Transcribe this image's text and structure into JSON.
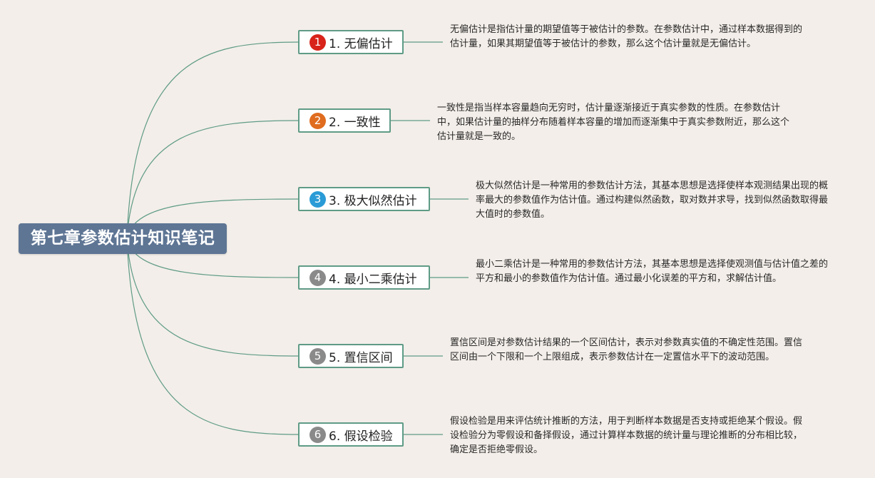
{
  "root": {
    "title": "第七章参数估计知识笔记"
  },
  "colors": {
    "root_bg": "#5e7594",
    "line": "#5f9b87"
  },
  "branches": [
    {
      "number": "1",
      "label": "1. 无偏估计",
      "badge_color": "#d8231b",
      "description": "无偏估计是指估计量的期望值等于被估计的参数。在参数估计中，通过样本数据得到的估计量，如果其期望值等于被估计的参数，那么这个估计量就是无偏估计。"
    },
    {
      "number": "2",
      "label": "2. 一致性",
      "badge_color": "#e06c1f",
      "description": "一致性是指当样本容量趋向无穷时，估计量逐渐接近于真实参数的性质。在参数估计中，如果估计量的抽样分布随着样本容量的增加而逐渐集中于真实参数附近，那么这个估计量就是一致的。"
    },
    {
      "number": "3",
      "label": "3. 极大似然估计",
      "badge_color": "#2a9bd6",
      "description": "极大似然估计是一种常用的参数估计方法，其基本思想是选择使样本观测结果出现的概率最大的参数值作为估计值。通过构建似然函数，取对数并求导，找到似然函数取得最大值时的参数值。"
    },
    {
      "number": "4",
      "label": "4. 最小二乘估计",
      "badge_color": "#8a8a8a",
      "description": "最小二乘估计是一种常用的参数估计方法，其基本思想是选择使观测值与估计值之差的平方和最小的参数值作为估计值。通过最小化误差的平方和，求解估计值。"
    },
    {
      "number": "5",
      "label": "5. 置信区间",
      "badge_color": "#8a8a8a",
      "description": "置信区间是对参数估计结果的一个区间估计，表示对参数真实值的不确定性范围。置信区间由一个下限和一个上限组成，表示参数估计在一定置信水平下的波动范围。"
    },
    {
      "number": "6",
      "label": "6. 假设检验",
      "badge_color": "#8a8a8a",
      "description": "假设检验是用来评估统计推断的方法，用于判断样本数据是否支持或拒绝某个假设。假设检验分为零假设和备择假设，通过计算样本数据的统计量与理论推断的分布相比较，确定是否拒绝零假设。"
    }
  ]
}
